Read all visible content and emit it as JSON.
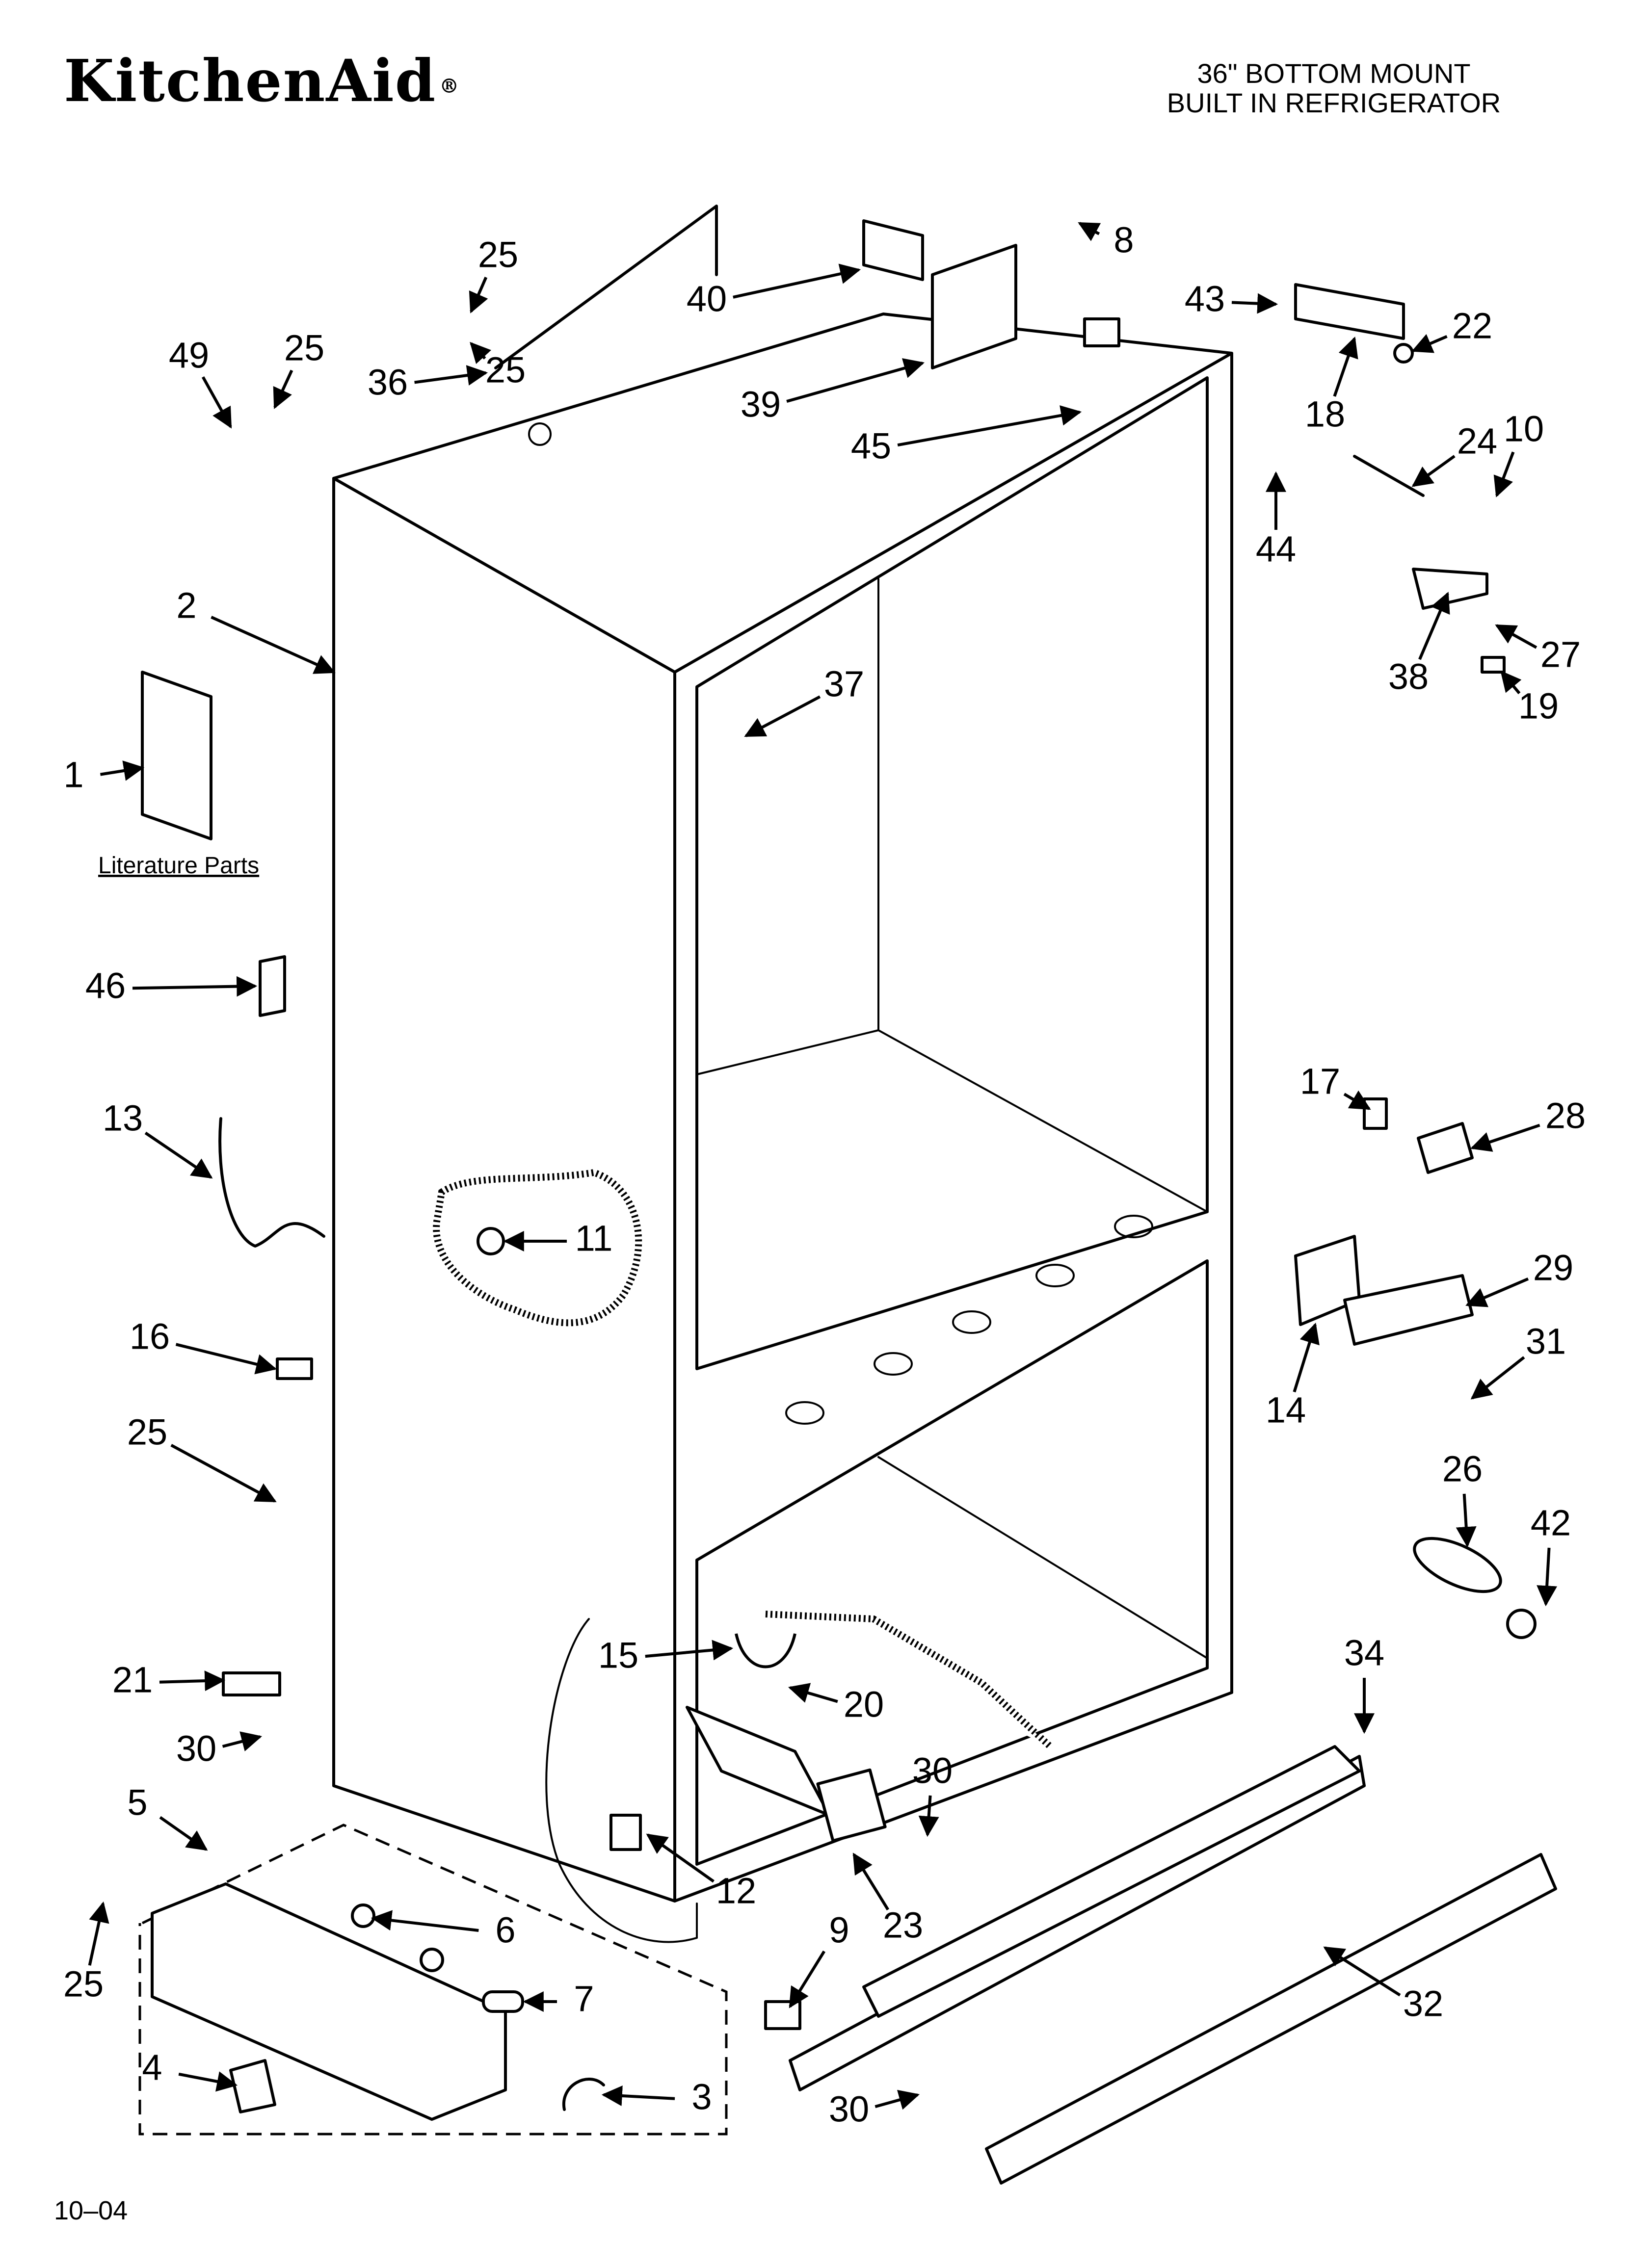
{
  "brand": {
    "logo_text": "KitchenAid",
    "registered_mark": "®"
  },
  "heading": {
    "line1": "36\" BOTTOM MOUNT",
    "line2": "BUILT IN REFRIGERATOR"
  },
  "footer": {
    "revision": "10–04"
  },
  "literature_label": "Literature Parts",
  "callouts": [
    "1",
    "2",
    "3",
    "4",
    "5",
    "6",
    "7",
    "8",
    "9",
    "10",
    "11",
    "12",
    "13",
    "14",
    "15",
    "16",
    "17",
    "18",
    "19",
    "20",
    "21",
    "22",
    "23",
    "24",
    "25",
    "26",
    "27",
    "28",
    "29",
    "30",
    "31",
    "32",
    "34",
    "36",
    "37",
    "38",
    "39",
    "40",
    "42",
    "43",
    "44",
    "45",
    "46",
    "49"
  ],
  "colors": {
    "ink": "#000000",
    "paper": "#ffffff"
  }
}
